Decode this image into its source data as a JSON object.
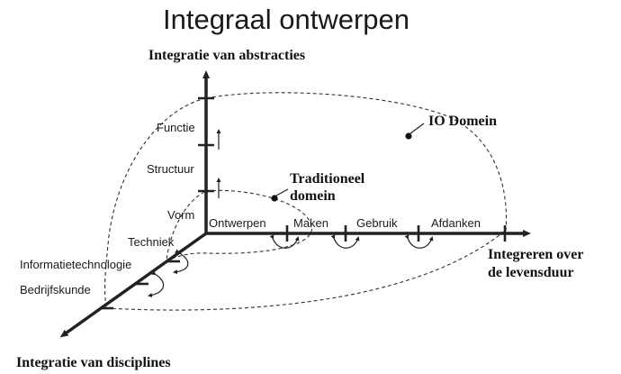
{
  "title": "Integraal ontwerpen",
  "axes": {
    "vertical": "Integratie van abstracties",
    "horizontal": [
      "Integreren over",
      "de levensduur"
    ],
    "diagonal": "Integratie van disciplines"
  },
  "vertical_levels": [
    "Functie",
    "Structuur",
    "Vorm"
  ],
  "lifecycle_phases": [
    "Ontwerpen",
    "Maken",
    "Gebruik",
    "Afdanken"
  ],
  "disciplines": [
    "Techniek",
    "Informatietechnologie",
    "Bedrijfskunde"
  ],
  "domains": {
    "io": "IO Domein",
    "traditional": [
      "Traditioneel",
      "domein"
    ]
  }
}
